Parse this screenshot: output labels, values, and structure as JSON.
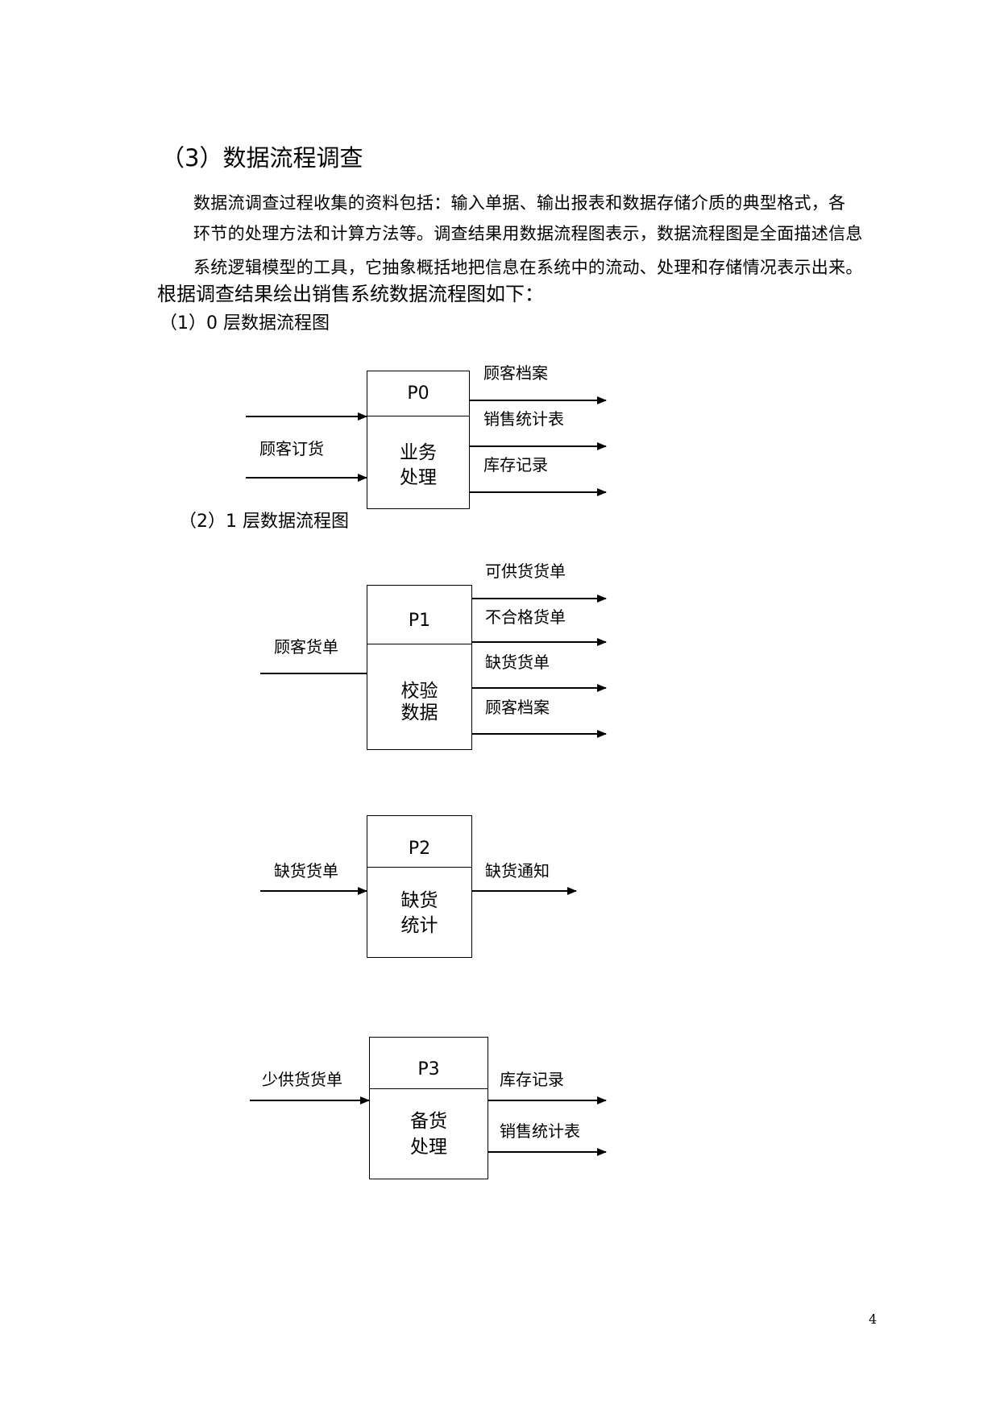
{
  "heading": "（3）数据流程调查",
  "paragraph": {
    "line1": "数据流调查过程收集的资料包括：输入单据、输出报表和数据存储介质的典型格式，各",
    "line2": "环节的处理方法和计算方法等。调查结果用数据流程图表示，数据流程图是全面描述信息",
    "line3": "系统逻辑模型的工具，它抽象概括地把信息在系统中的流动、处理和存储情况表示出来。"
  },
  "intro": "根据调查结果绘出销售系统数据流程图如下：",
  "level0": {
    "title": "（1）0 层数据流程图",
    "process_id": "P0",
    "process_name_line1": "业务",
    "process_name_line2": "处理",
    "input_label": "顾客订货",
    "outputs": [
      "顾客档案",
      "销售统计表",
      "库存记录"
    ]
  },
  "level1": {
    "title": "（2）1 层数据流程图",
    "p1": {
      "process_id": "P1",
      "process_name_line1": "校验",
      "process_name_line2": "数据",
      "input_label": "顾客货单",
      "outputs": [
        "可供货货单",
        "不合格货单",
        "缺货货单",
        "顾客档案"
      ]
    },
    "p2": {
      "process_id": "P2",
      "process_name_line1": "缺货",
      "process_name_line2": "统计",
      "input_label": "缺货货单",
      "outputs": [
        "缺货通知"
      ]
    },
    "p3": {
      "process_id": "P3",
      "process_name_line1": "备货",
      "process_name_line2": "处理",
      "input_label": "少供货货单",
      "outputs": [
        "库存记录",
        "销售统计表"
      ]
    }
  },
  "page_number": "4"
}
